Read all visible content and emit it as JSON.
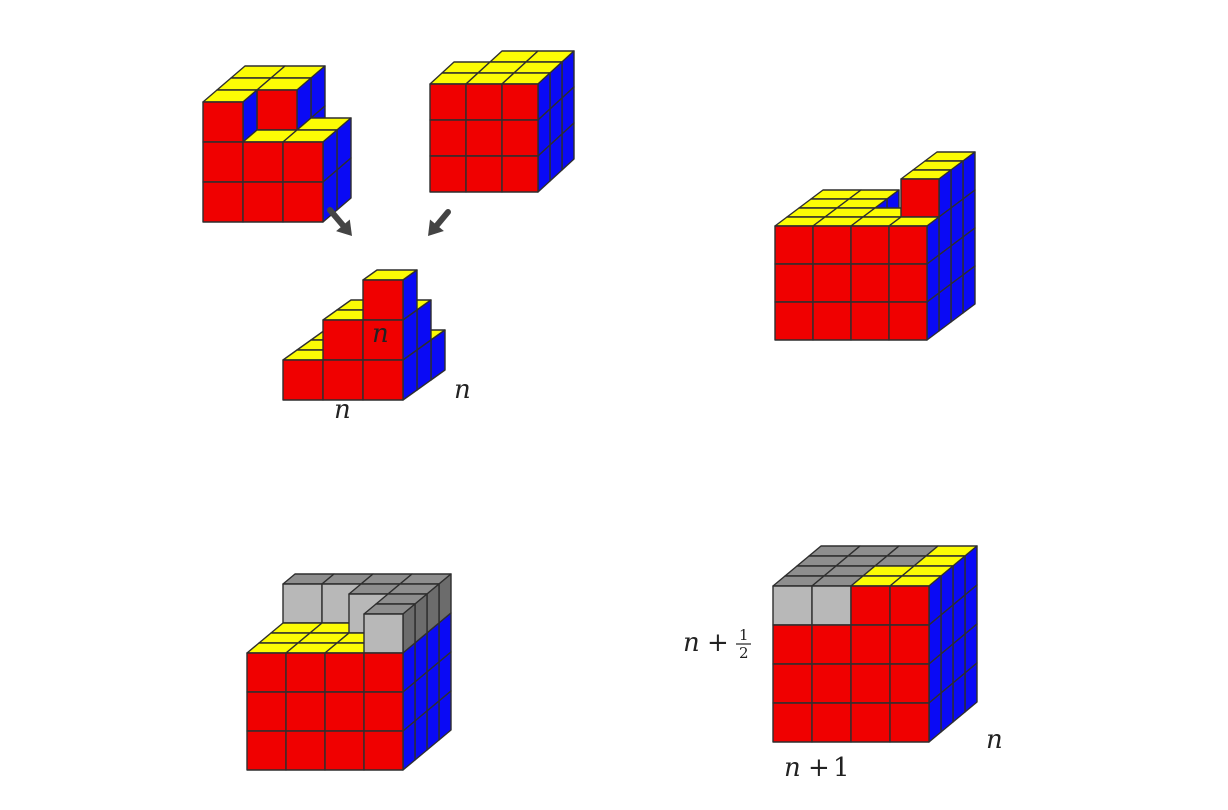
{
  "colors": {
    "top": "#fcfc05",
    "front": "#f00000",
    "side": "#0a0af5",
    "grey_top": "#8e8e8e",
    "grey_front": "#b8b8b8",
    "grey_side": "#6c6c6c",
    "edge": "#2e2e2e",
    "arrow": "#444444"
  },
  "labels": {
    "pyramid_height": "n",
    "pyramid_width": "n",
    "pyramid_depth": "n",
    "box_height_var": "n",
    "box_height_op": "+",
    "box_height_num": "1",
    "box_height_den": "2",
    "box_width_var": "n",
    "box_width_op": "+",
    "box_width_num": "1",
    "box_depth": "n"
  }
}
